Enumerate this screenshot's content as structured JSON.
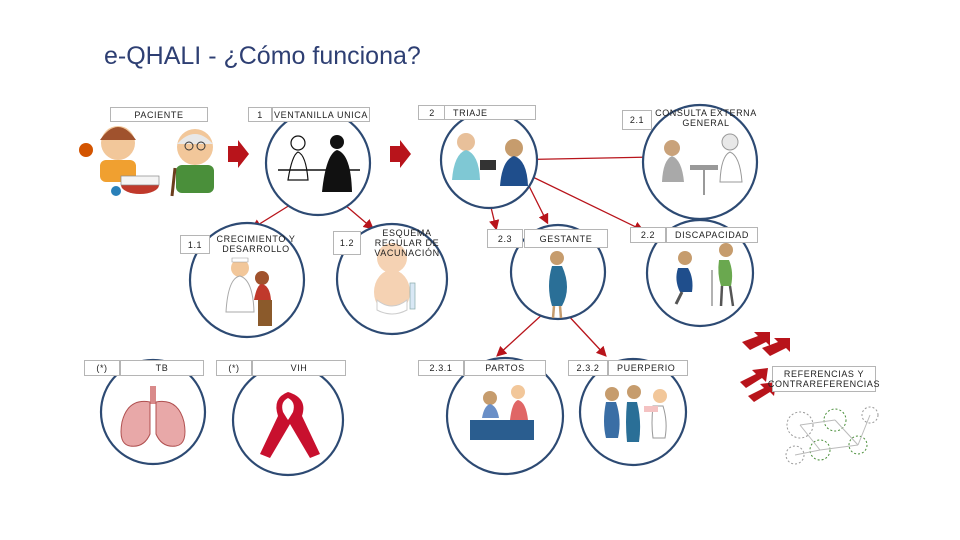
{
  "title": "e-QHALI - ¿Cómo funciona?",
  "labels": {
    "paciente": "PACIENTE",
    "n1": "1",
    "ventanilla": "VENTANILLA UNICA",
    "n2": "2",
    "triaje": "TRIAJE",
    "n21": "2.1",
    "consulta": "CONSULTA EXTERNA GENERAL",
    "n11": "1.1",
    "crecimiento": "CRECIMIENTO Y DESARROLLO",
    "n12": "1.2",
    "esquema": "ESQUEMA REGULAR DE VACUNACIÓN",
    "n23": "2.3",
    "gestante": "GESTANTE",
    "n22": "2.2",
    "discapacidad": "DISCAPACIDAD",
    "ast1": "(*)",
    "tb": "TB",
    "ast2": "(*)",
    "vih": "VIH",
    "n231": "2.3.1",
    "partos": "PARTOS",
    "n232": "2.3.2",
    "puerperio": "PUERPERIO",
    "referencias": "REFERENCIAS Y CONTRAREFERENCIAS"
  },
  "colors": {
    "title": "#2e3f73",
    "arrow": "#b8141b",
    "circle": "#2d4a73",
    "ribbon": "#c8102e"
  },
  "icons": [
    "patient-icon",
    "reception-icon",
    "triage-icon",
    "consultation-icon",
    "nurse-child-icon",
    "baby-vaccine-icon",
    "pregnant-woman-icon",
    "disability-icon",
    "lungs-icon",
    "hiv-ribbon-icon",
    "birth-icon",
    "postpartum-icon",
    "referral-network-icon",
    "forward-arrow-icon"
  ]
}
